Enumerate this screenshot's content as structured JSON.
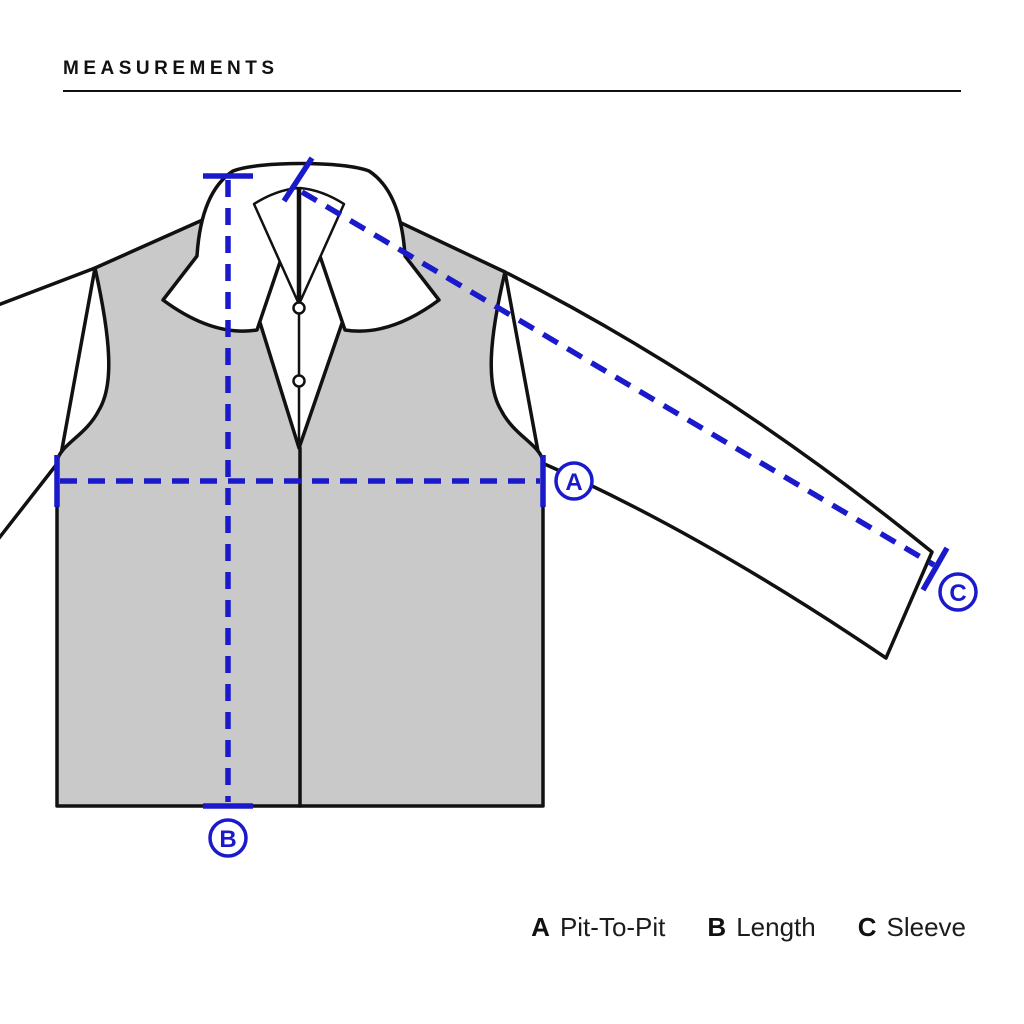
{
  "header": {
    "title": "MEASUREMENTS"
  },
  "colors": {
    "measurement_blue": "#1a1acc",
    "garment_fill_gray": "#c9c9c9",
    "outline_black": "#111111",
    "background": "#ffffff"
  },
  "markers": {
    "a": {
      "letter": "A"
    },
    "b": {
      "letter": "B"
    },
    "c": {
      "letter": "C"
    }
  },
  "legend": {
    "items": [
      {
        "letter": "A",
        "label": "Pit-To-Pit"
      },
      {
        "letter": "B",
        "label": "Length"
      },
      {
        "letter": "C",
        "label": "Sleeve"
      }
    ]
  }
}
